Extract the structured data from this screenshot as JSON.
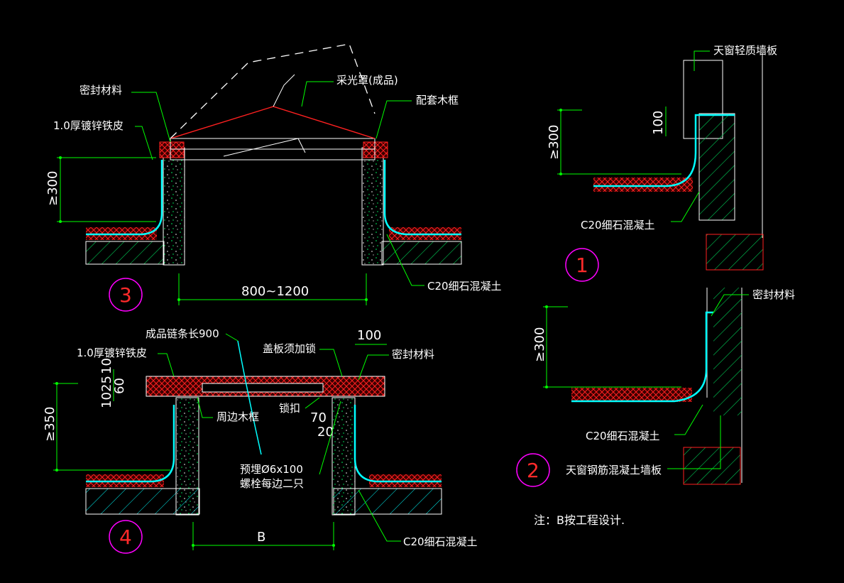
{
  "colors": {
    "background": "#000000",
    "structure": "#ffffff",
    "dimension": "#00ff00",
    "leader": "#00ff00",
    "membrane": "#00ffff",
    "insulation": "#ff2020",
    "hatch": "#00ff66",
    "detail_circle": "#ff00ff",
    "detail_number": "#ff2a2a",
    "dashed_cover": "#ffffff"
  },
  "details": {
    "d3": {
      "number": "3",
      "labels": {
        "sealant": "密封材料",
        "flashing": "1.0厚镀锌铁皮",
        "height": "≥300",
        "dome": "采光罩(成品)",
        "frame": "配套木框",
        "span": "800~1200",
        "concrete": "C20细石混凝土"
      }
    },
    "d4": {
      "number": "4",
      "labels": {
        "chain": "成品链条长900",
        "flashing": "1.0厚镀锌铁皮",
        "dim_10_25": "10",
        "dim_25": "25",
        "dim_60": "60",
        "dim_10b": "10",
        "height": "≥350",
        "lid_lock": "盖板须加锁",
        "dim_100": "100",
        "sealant": "密封材料",
        "perimeter_frame": "周边木框",
        "latch": "锁扣",
        "dim_70": "70",
        "dim_20": "20",
        "bolt_line1": "预埋Ø6x100",
        "bolt_line2": "螺栓每边二只",
        "span": "B",
        "concrete": "C20细石混凝土"
      }
    },
    "d1": {
      "number": "1",
      "labels": {
        "wall_panel": "天窗轻质墙板",
        "dim_100": "100",
        "height": "≥300",
        "concrete": "C20细石混凝土"
      }
    },
    "d2": {
      "number": "2",
      "labels": {
        "sealant": "密封材料",
        "height": "≥300",
        "concrete": "C20细石混凝土",
        "wall": "天窗钢筋混凝土墙板"
      }
    }
  },
  "note": "注：B按工程设计."
}
